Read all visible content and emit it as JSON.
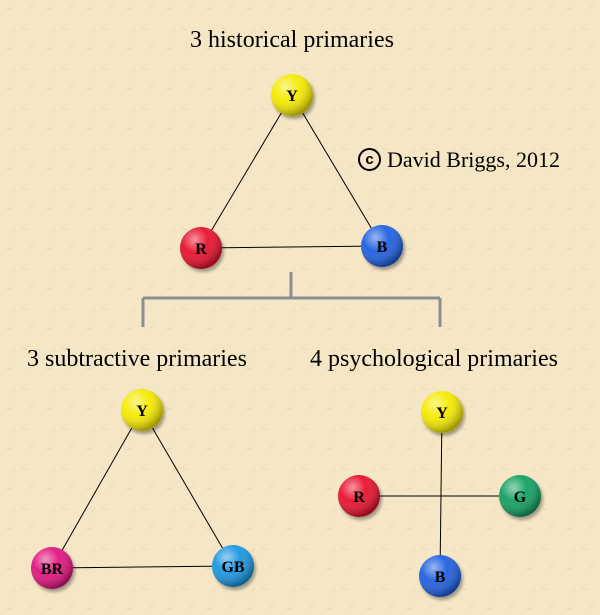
{
  "headings": {
    "historical": "3 historical primaries",
    "subtractive": "3 subtractive primaries",
    "psychological": "4 psychological primaries"
  },
  "copyright": {
    "symbol": "c",
    "text": "David Briggs, 2012"
  },
  "diagrams": {
    "historical": {
      "nodes": [
        {
          "id": "Y",
          "label": "Y",
          "color": "#f5ea00"
        },
        {
          "id": "R",
          "label": "R",
          "color": "#e8112d"
        },
        {
          "id": "B",
          "label": "B",
          "color": "#1f5fe0"
        }
      ]
    },
    "subtractive": {
      "nodes": [
        {
          "id": "Y",
          "label": "Y",
          "color": "#f5ea00"
        },
        {
          "id": "BR",
          "label": "BR",
          "color": "#e0157f"
        },
        {
          "id": "GB",
          "label": "GB",
          "color": "#1a96e0"
        }
      ]
    },
    "psychological": {
      "nodes": [
        {
          "id": "Y",
          "label": "Y",
          "color": "#f5ea00"
        },
        {
          "id": "R",
          "label": "R",
          "color": "#e8112d"
        },
        {
          "id": "G",
          "label": "G",
          "color": "#12a060"
        },
        {
          "id": "B",
          "label": "B",
          "color": "#1f5fe0"
        }
      ]
    }
  },
  "colors": {
    "background": "#f5e7c6",
    "line": "#000000",
    "connector": "#8a8f94"
  }
}
